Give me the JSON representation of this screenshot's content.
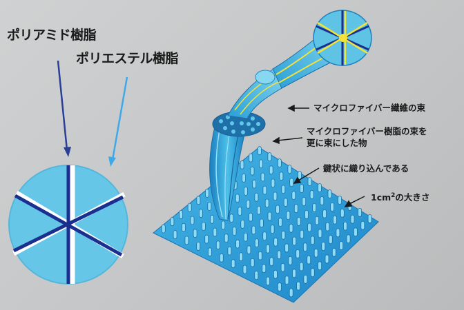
{
  "labels": {
    "polyamide": "ポリアミド樹脂",
    "polyester": "ポリエステル樹脂",
    "fiber_bundle": "マイクロファイバー繊維の束",
    "bundle_of_bundle_line1": "マイクロファイバー樹脂の束を",
    "bundle_of_bundle_line2": "更に束にした物",
    "woven": "鍵状に織り込んである",
    "size_prefix": "1cm",
    "size_sup": "2",
    "size_suffix": "の大きさ"
  },
  "colors": {
    "light_blue": "#5fc3e6",
    "mid_blue": "#2a9fd6",
    "navy": "#1b2f8f",
    "yellow": "#f3e238",
    "teal": "#3aa6d8",
    "arrow_dark": "#2a3f96",
    "arrow_light": "#3fa9e8"
  }
}
